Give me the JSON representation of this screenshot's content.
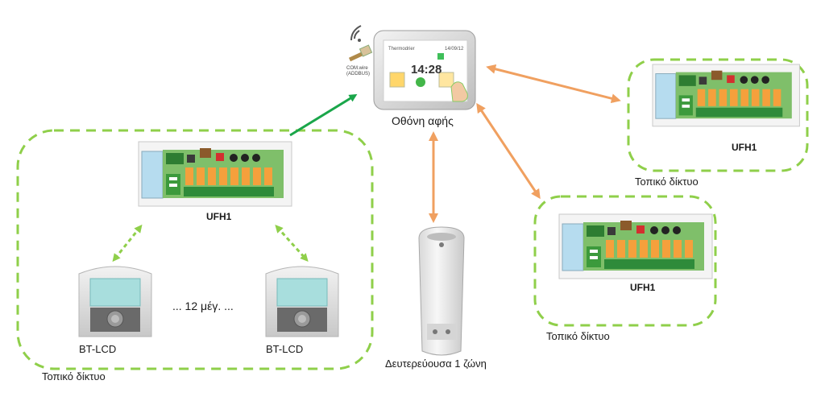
{
  "colors": {
    "zone_border": "#8fcf4a",
    "green_arrow": "#1aa64a",
    "orange_arrow": "#f0a060",
    "board_green": "#3c9a3c",
    "board_orange": "#f5a03c",
    "lcd_screen": "#a8dedd"
  },
  "touchscreen": {
    "label": "Οθόνη αφής",
    "time": "14:28",
    "header_left": "Thermodrier",
    "header_right": "14/09/12",
    "cable_caption_1": "COM.wire",
    "cable_caption_2": "(ADDBUS)"
  },
  "left_zone": {
    "board_label": "UFH1",
    "thermostat_left_label": "BT-LCD",
    "thermostat_right_label": "BT-LCD",
    "middle_text": "... 12 μέγ. ...",
    "network_label": "Τοπικό δίκτυο"
  },
  "right_top_zone": {
    "board_label": "UFH1",
    "network_label": "Τοπικό δίκτυο"
  },
  "right_bottom_zone": {
    "board_label": "UFH1",
    "network_label": "Τοπικό δίκτυο"
  },
  "secondary": {
    "label": "Δευτερεύουσα 1 ζώνη"
  },
  "icons": [
    "wifi-icon",
    "cable-icon",
    "hand-pointer-icon",
    "check-icon",
    "lock-icon",
    "home-icon"
  ]
}
